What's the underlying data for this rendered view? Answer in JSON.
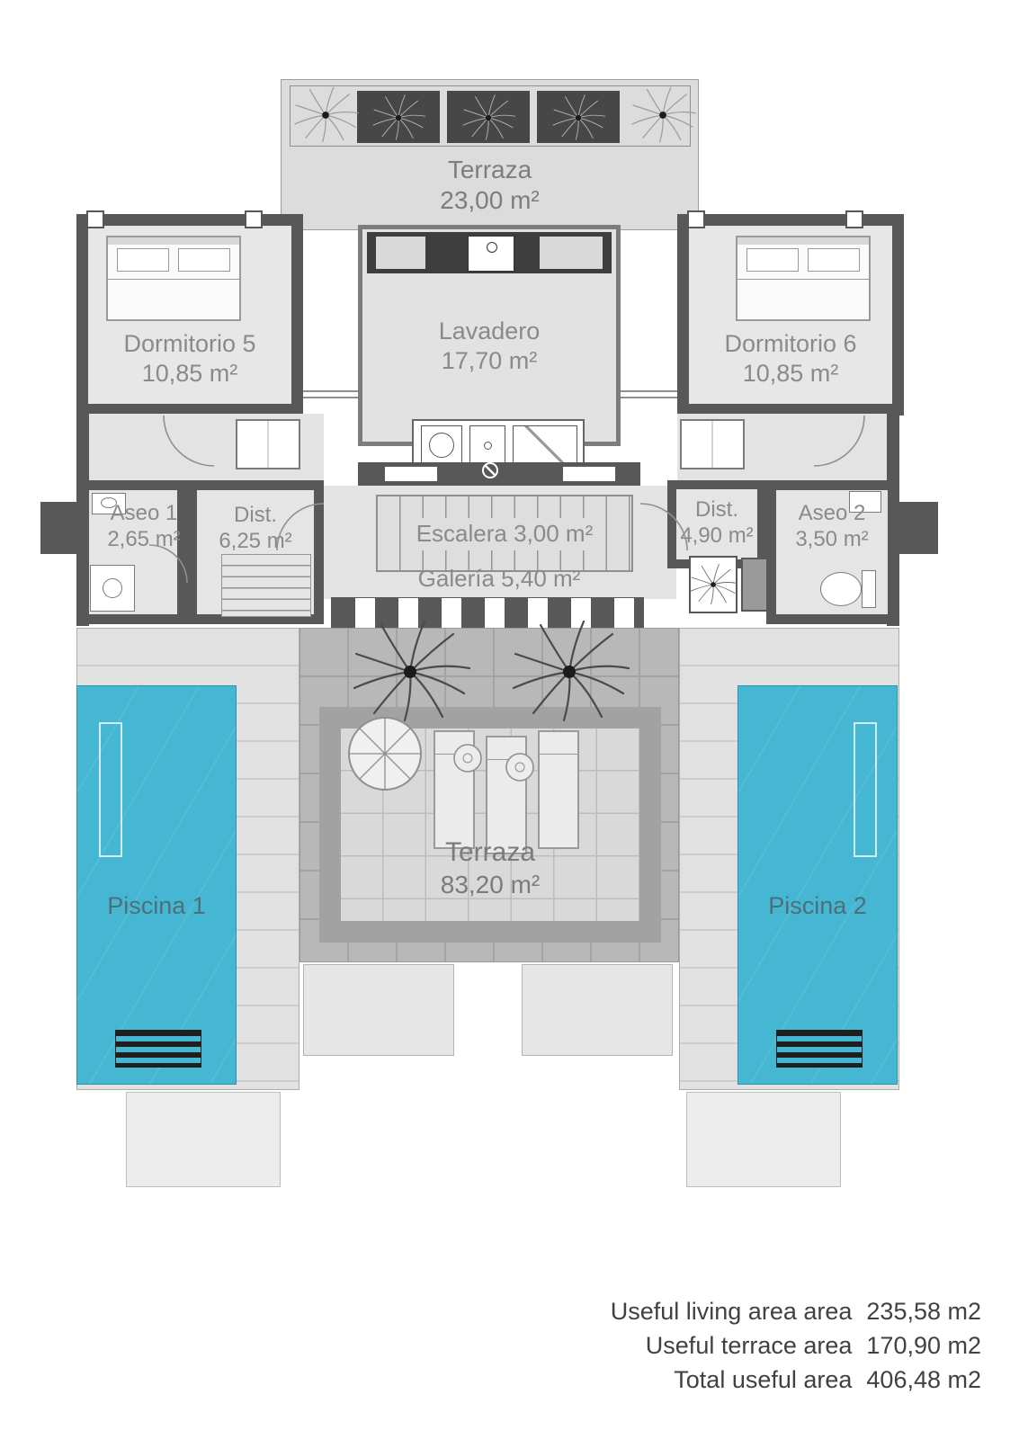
{
  "plan": {
    "rooms": {
      "terraza_top": {
        "name": "Terraza",
        "area": "23,00 m²"
      },
      "dormitorio5": {
        "name": "Dormitorio 5",
        "area": "10,85 m²"
      },
      "lavadero": {
        "name": "Lavadero",
        "area": "17,70 m²"
      },
      "dormitorio6": {
        "name": "Dormitorio 6",
        "area": "10,85 m²"
      },
      "aseo1": {
        "name": "Aseo 1",
        "area": "2,65 m²"
      },
      "dist1": {
        "name": "Dist.",
        "area": "6,25 m²"
      },
      "escalera": {
        "name": "Escalera",
        "area": "3,00 m²"
      },
      "galeria": {
        "name": "Galería",
        "area": "5,40 m²"
      },
      "dist2": {
        "name": "Dist.",
        "area": "4,90 m²"
      },
      "aseo2": {
        "name": "Aseo 2",
        "area": "3,50 m²"
      },
      "piscina1": {
        "name": "Piscina 1"
      },
      "terraza_main": {
        "name": "Terraza",
        "area": "83,20 m²"
      },
      "piscina2": {
        "name": "Piscina 2"
      }
    },
    "summary": [
      {
        "label": "Useful living area area",
        "value": "235,58 m2"
      },
      {
        "label": "Useful terrace area",
        "value": "170,90 m2"
      },
      {
        "label": "Total useful area",
        "value": "406,48 m2"
      }
    ],
    "colors": {
      "pool": "#45b7d2",
      "wall": "#585858"
    }
  }
}
